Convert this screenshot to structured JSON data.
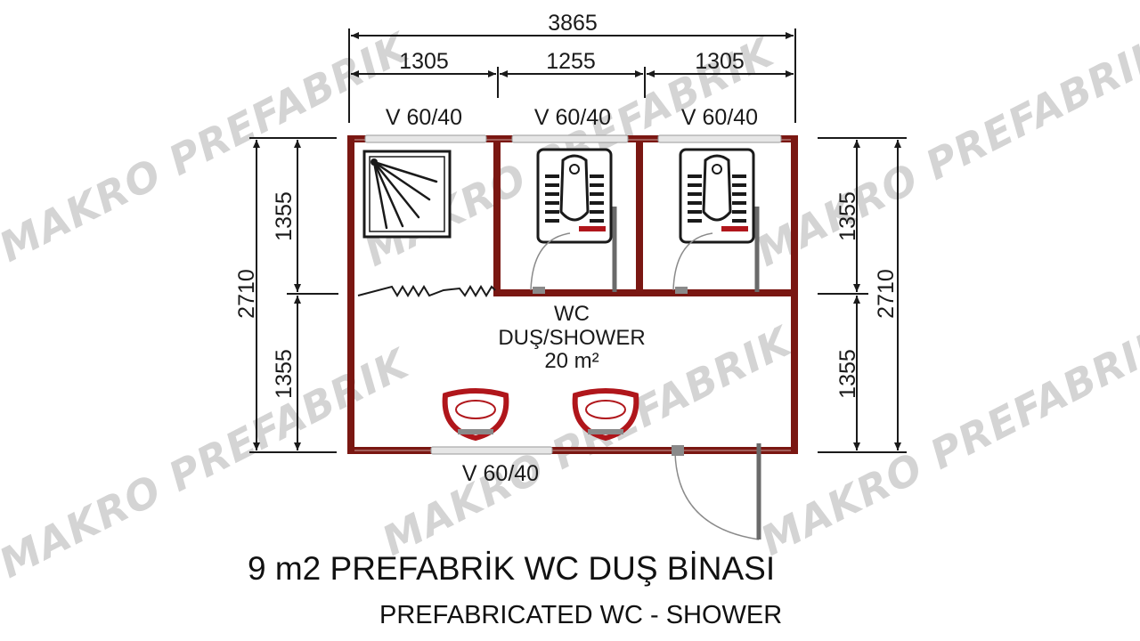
{
  "watermark": {
    "text": "MAKRO PREFABRIK",
    "color": "#d4d4d4"
  },
  "dimensions": {
    "total_width": "3865",
    "segments": [
      "1305",
      "1255",
      "1305"
    ],
    "total_height": "2710",
    "half_height": "1355"
  },
  "windows": {
    "top": [
      "V 60/40",
      "V 60/40",
      "V 60/40"
    ],
    "bottom": "V 60/40"
  },
  "room": {
    "line1": "WC",
    "line2": "DUŞ/SHOWER",
    "line3": "20 m²"
  },
  "title": {
    "main": "9 m2 PREFABRİK WC DUŞ BİNASI",
    "sub": "PREFABRICATED WC - SHOWER"
  },
  "colors": {
    "wall": "#7a1712",
    "fixture_red": "#b0161b",
    "fixture_gray": "#6a6a6a",
    "line": "#1a1a1a"
  }
}
